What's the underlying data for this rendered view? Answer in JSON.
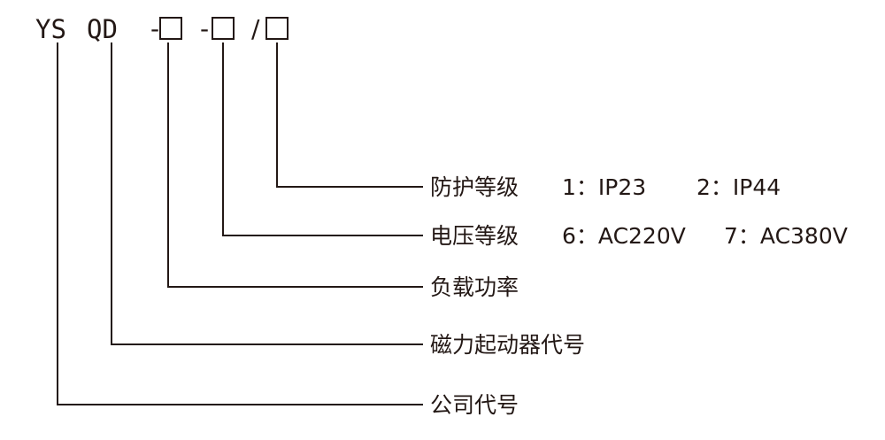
{
  "model_code": {
    "part1": "YS",
    "part2": "QD",
    "dash1": "-",
    "dash2": "-",
    "slash": "/"
  },
  "legend": [
    {
      "name": "防护等级",
      "option1": "1：IP23",
      "option2": "2：IP44"
    },
    {
      "name": "电压等级",
      "option1": "6：AC220V",
      "option2": "7：AC380V"
    },
    {
      "name": "负载功率"
    },
    {
      "name": "磁力起动器代号"
    },
    {
      "name": "公司代号"
    }
  ]
}
